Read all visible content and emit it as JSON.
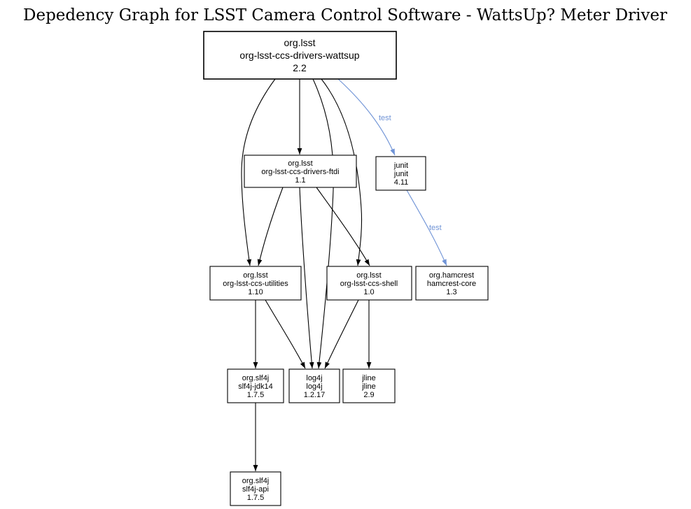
{
  "title": "Depedency Graph for LSST Camera Control Software - WattsUp? Meter Driver",
  "colors": {
    "background": "#ffffff",
    "root_node_fill": "#d3d3d3",
    "node_border": "#000000",
    "edge": "#000000",
    "test_edge": "#6f93d6",
    "test_node_border": "#9fbbea",
    "test_node_text": "#6f93d6"
  },
  "nodes": {
    "wattsup": {
      "group": "org.lsst",
      "artifact": "org-lsst-ccs-drivers-wattsup",
      "version": "2.2"
    },
    "ftdi": {
      "group": "org.lsst",
      "artifact": "org-lsst-ccs-drivers-ftdi",
      "version": "1.1"
    },
    "junit": {
      "group": "junit",
      "artifact": "junit",
      "version": "4.11"
    },
    "utilities": {
      "group": "org.lsst",
      "artifact": "org-lsst-ccs-utilities",
      "version": "1.10"
    },
    "shell": {
      "group": "org.lsst",
      "artifact": "org-lsst-ccs-shell",
      "version": "1.0"
    },
    "hamcrest": {
      "group": "org.hamcrest",
      "artifact": "hamcrest-core",
      "version": "1.3"
    },
    "slf4j_jdk14": {
      "group": "org.slf4j",
      "artifact": "slf4j-jdk14",
      "version": "1.7.5"
    },
    "log4j": {
      "group": "log4j",
      "artifact": "log4j",
      "version": "1.2.17"
    },
    "jline": {
      "group": "jline",
      "artifact": "jline",
      "version": "2.9"
    },
    "slf4j_api": {
      "group": "org.slf4j",
      "artifact": "slf4j-api",
      "version": "1.7.5"
    }
  },
  "edge_labels": {
    "wattsup_junit": "test",
    "junit_hamcrest": "test"
  }
}
